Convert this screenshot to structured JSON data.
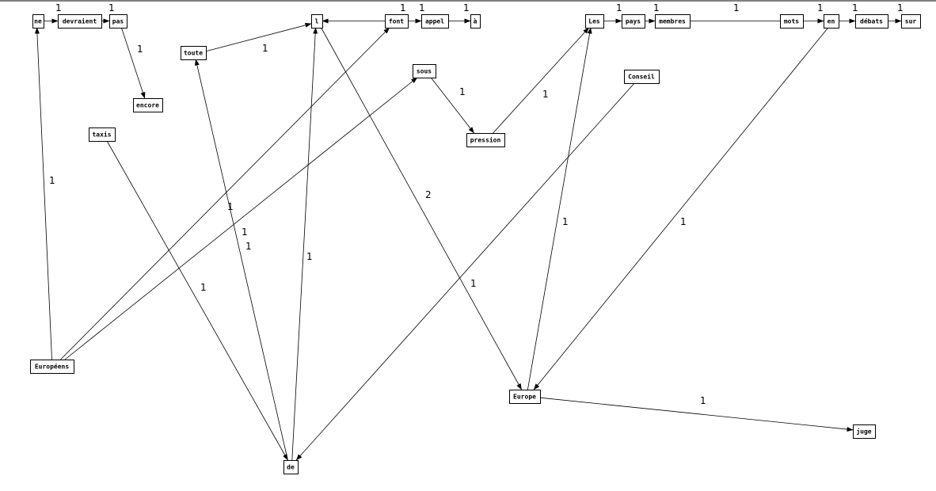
{
  "graph": {
    "nodes": [
      {
        "id": "ne",
        "label": "ne"
      },
      {
        "id": "devraient",
        "label": "devraient"
      },
      {
        "id": "pas",
        "label": "pas"
      },
      {
        "id": "encore",
        "label": "encore"
      },
      {
        "id": "l",
        "label": "l"
      },
      {
        "id": "font",
        "label": "font"
      },
      {
        "id": "appel",
        "label": "appel"
      },
      {
        "id": "a",
        "label": "à"
      },
      {
        "id": "toute",
        "label": "toute"
      },
      {
        "id": "sous",
        "label": "sous"
      },
      {
        "id": "pression",
        "label": "pression"
      },
      {
        "id": "Les",
        "label": "Les"
      },
      {
        "id": "pays",
        "label": "pays"
      },
      {
        "id": "membres",
        "label": "membres"
      },
      {
        "id": "mots",
        "label": "mots"
      },
      {
        "id": "en",
        "label": "en"
      },
      {
        "id": "debats",
        "label": "débats"
      },
      {
        "id": "sur",
        "label": "sur"
      },
      {
        "id": "Conseil",
        "label": "Conseil"
      },
      {
        "id": "taxis",
        "label": "taxis"
      },
      {
        "id": "Europeens",
        "label": "Européens"
      },
      {
        "id": "Europe",
        "label": "Europe"
      },
      {
        "id": "juge",
        "label": "juge"
      },
      {
        "id": "de",
        "label": "de"
      }
    ],
    "edges": [
      {
        "from": "ne",
        "to": "devraient",
        "label": "1",
        "arrow": "end"
      },
      {
        "from": "devraient",
        "to": "pas",
        "label": "1",
        "arrow": "end"
      },
      {
        "from": "pas",
        "to": "encore",
        "label": "1",
        "arrow": "end"
      },
      {
        "from": "toute",
        "to": "l",
        "label": "1",
        "arrow": "end"
      },
      {
        "from": "font",
        "to": "l",
        "label": "1",
        "arrow": "end"
      },
      {
        "from": "font",
        "to": "appel",
        "label": "1",
        "arrow": "end"
      },
      {
        "from": "appel",
        "to": "a",
        "label": "1",
        "arrow": "end"
      },
      {
        "from": "sous",
        "to": "pression",
        "label": "1",
        "arrow": "end"
      },
      {
        "from": "pression",
        "to": "Les",
        "label": "1",
        "arrow": "end"
      },
      {
        "from": "Les",
        "to": "pays",
        "label": "1",
        "arrow": "end"
      },
      {
        "from": "pays",
        "to": "membres",
        "label": "1",
        "arrow": "end"
      },
      {
        "from": "membres",
        "to": "mots",
        "label": "1",
        "arrow": "none"
      },
      {
        "from": "mots",
        "to": "en",
        "label": "1",
        "arrow": "end"
      },
      {
        "from": "en",
        "to": "debats",
        "label": "1",
        "arrow": "end"
      },
      {
        "from": "debats",
        "to": "sur",
        "label": "1",
        "arrow": "end"
      },
      {
        "from": "Europeens",
        "to": "ne",
        "label": "1",
        "arrow": "end"
      },
      {
        "from": "Europeens",
        "to": "font",
        "label": "1",
        "arrow": "end"
      },
      {
        "from": "Europeens",
        "to": "sous",
        "label": "1",
        "arrow": "end"
      },
      {
        "from": "de",
        "to": "toute",
        "label": "1",
        "arrow": "end"
      },
      {
        "from": "de",
        "to": "l",
        "label": "1",
        "arrow": "end"
      },
      {
        "from": "taxis",
        "to": "de",
        "label": "1",
        "arrow": "end"
      },
      {
        "from": "Conseil",
        "to": "de",
        "label": "1",
        "arrow": "end"
      },
      {
        "from": "l",
        "to": "Europe",
        "label": "2",
        "arrow": "end"
      },
      {
        "from": "Europe",
        "to": "Les",
        "label": "1",
        "arrow": "end"
      },
      {
        "from": "en",
        "to": "Europe",
        "label": "1",
        "arrow": "end"
      },
      {
        "from": "Europe",
        "to": "juge",
        "label": "1",
        "arrow": "end"
      }
    ]
  }
}
